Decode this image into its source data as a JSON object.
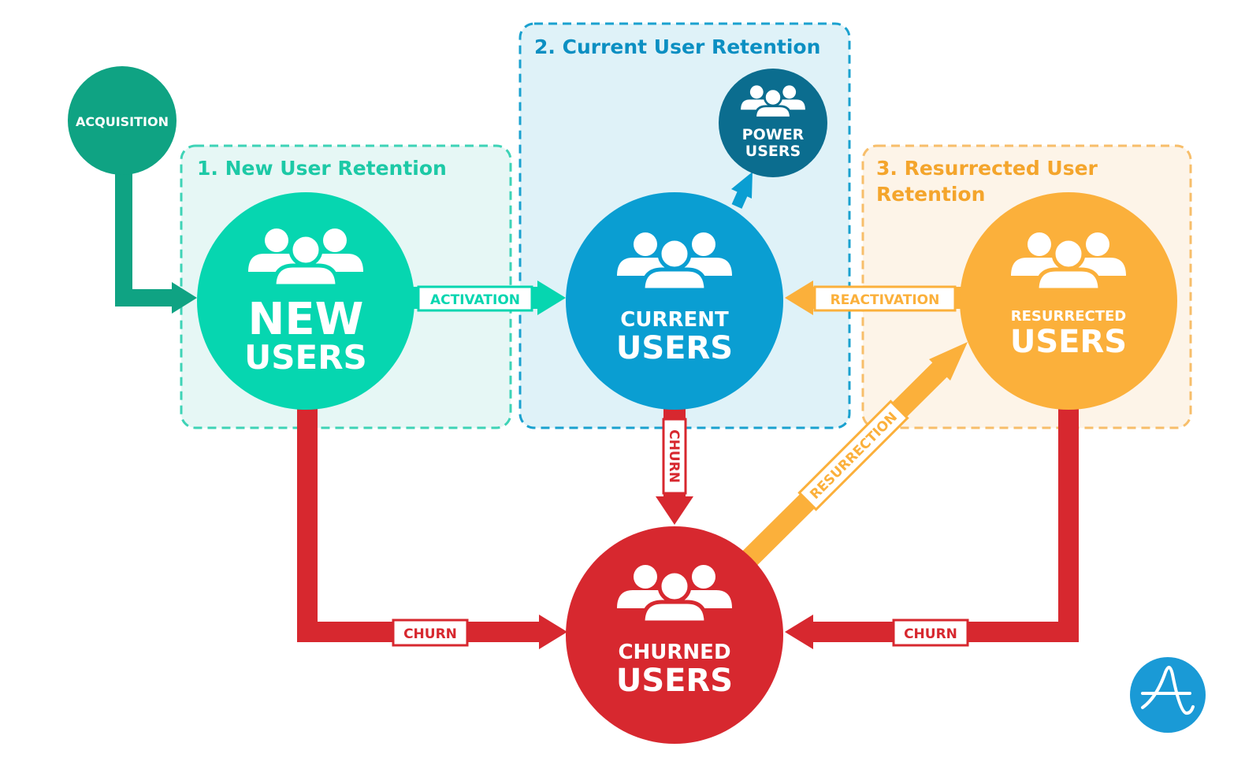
{
  "sections": {
    "new_retention": "1. New User Retention",
    "current_retention": "2. Current User Retention",
    "resurrected_retention_line1": "3. Resurrected User",
    "resurrected_retention_line2": "Retention"
  },
  "nodes": {
    "acquisition": "ACQUISITION",
    "new_users": {
      "line1": "NEW",
      "line2": "USERS"
    },
    "current_users": {
      "line1": "CURRENT",
      "line2": "USERS"
    },
    "power_users": {
      "line1": "POWER",
      "line2": "USERS"
    },
    "resurrected_users": {
      "line1": "RESURRECTED",
      "line2": "USERS"
    },
    "churned_users": {
      "line1": "CHURNED",
      "line2": "USERS"
    }
  },
  "flows": {
    "activation": "ACTIVATION",
    "reactivation": "REACTIVATION",
    "churn_current": "CHURN",
    "churn_new": "CHURN",
    "churn_resurrected": "CHURN",
    "resurrection": "RESURRECTION"
  },
  "colors": {
    "acquisition": "#0fa383",
    "new": "#06d6b0",
    "current": "#0a9ed2",
    "power": "#0b6d8f",
    "resurrected": "#fbb03b",
    "churned": "#d7282f"
  },
  "logo": "amplitude-logo"
}
